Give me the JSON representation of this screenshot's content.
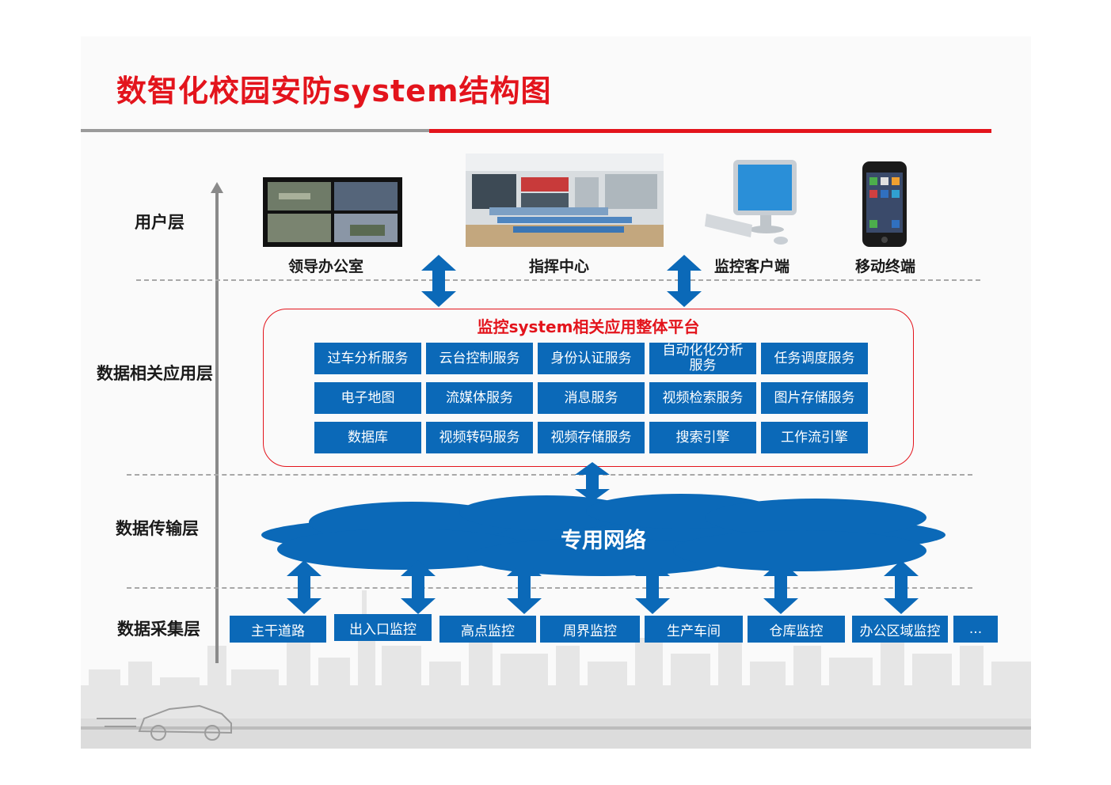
{
  "title": "数智化校园安防system结构图",
  "layers": {
    "user": "用户层",
    "app": "数据相关应用层",
    "transport": "数据传输层",
    "collect": "数据采集层"
  },
  "devices": [
    {
      "label": "领导办公室",
      "icon": "video-wall-monitor-icon"
    },
    {
      "label": "指挥中心",
      "icon": "command-center-photo"
    },
    {
      "label": "监控客户端",
      "icon": "desktop-computer-icon"
    },
    {
      "label": "移动终端",
      "icon": "smartphone-icon"
    }
  ],
  "platform": {
    "title": "监控system相关应用整体平台",
    "services": [
      "过车分析服务",
      "云台控制服务",
      "身份认证服务",
      "自动化化分析服务",
      "任务调度服务",
      "电子地图",
      "流媒体服务",
      "消息服务",
      "视频检索服务",
      "图片存储服务",
      "数据库",
      "视频转码服务",
      "视频存储服务",
      "搜索引擎",
      "工作流引擎"
    ]
  },
  "network": {
    "label": "专用网络"
  },
  "collection_points": [
    "主干道路",
    "出入口监控",
    "高点监控",
    "周界监控",
    "生产车间",
    "仓库监控",
    "办公区域监控",
    "..."
  ],
  "colors": {
    "accent_red": "#e3141c",
    "primary_blue": "#0b69b8",
    "rule_gray": "#9a9a9a"
  }
}
